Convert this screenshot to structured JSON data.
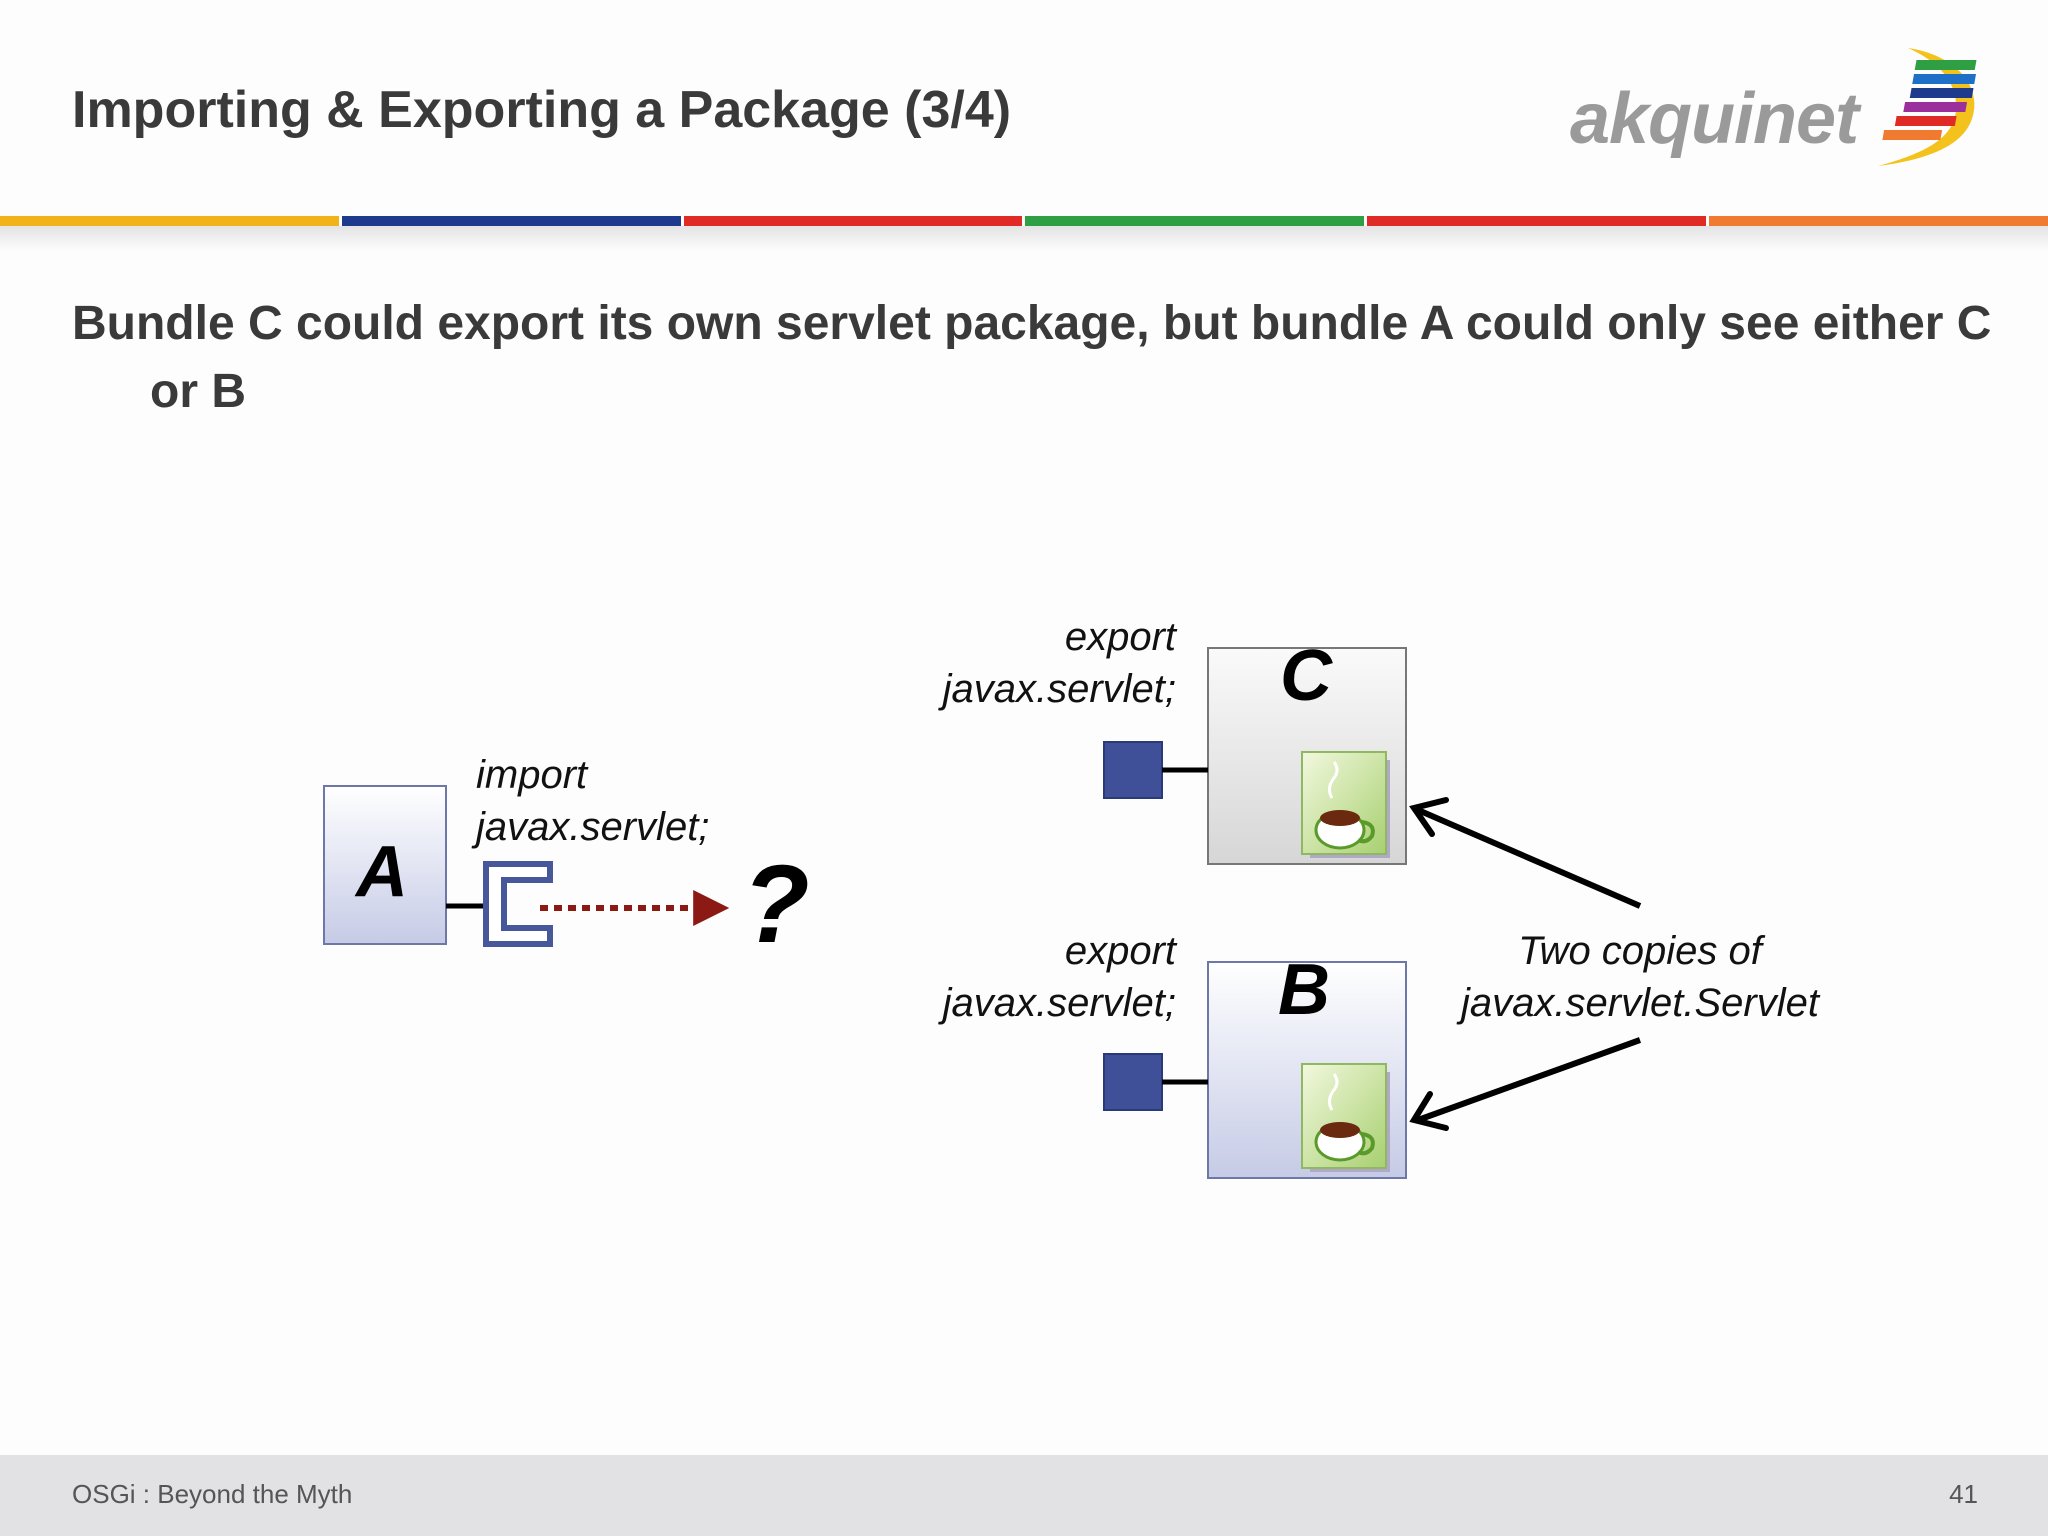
{
  "title": "Importing & Exporting a Package (3/4)",
  "logo": {
    "text": "akquinet"
  },
  "accent_bar_colors": [
    "#f2b21a",
    "#1e3a8c",
    "#e02a25",
    "#2ea043",
    "#e02a25",
    "#f07a30"
  ],
  "bullet": "Bundle C could export its own servlet package, but bundle A could only see either C or B",
  "diagram": {
    "bundle_a": {
      "label": "A",
      "import_label_1": "import",
      "import_label_2": "javax.servlet;"
    },
    "unresolved_marker": "?",
    "bundle_c": {
      "label": "C",
      "export_label_1": "export",
      "export_label_2": "javax.servlet;"
    },
    "bundle_b": {
      "label": "B",
      "export_label_1": "export",
      "export_label_2": "javax.servlet;"
    },
    "note_line_1": "Two copies of",
    "note_line_2": "javax.servlet.Servlet",
    "icons": [
      "java-coffee-cup-icon",
      "java-coffee-cup-icon"
    ]
  },
  "footer": {
    "text": "OSGi : Beyond the Myth",
    "page_number": "41"
  }
}
